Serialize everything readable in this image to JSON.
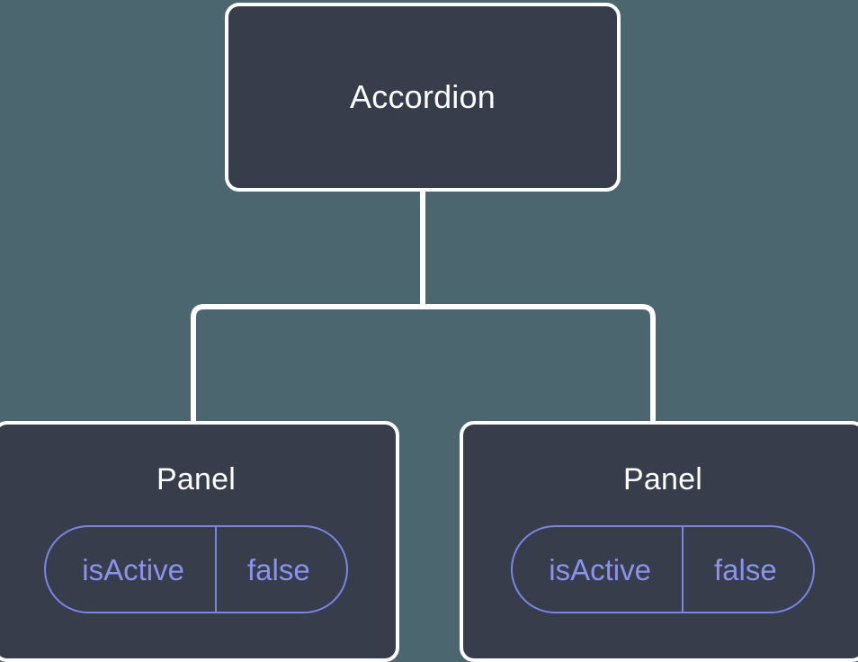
{
  "diagram": {
    "type": "component-tree",
    "background_color": "#4c666f",
    "node_fill_color": "#373d4a",
    "node_border_color": "#ffffff",
    "connector_color": "#ffffff",
    "accent_color": "#7c84e8",
    "root": {
      "label": "Accordion"
    },
    "children": [
      {
        "label": "Panel",
        "props": [
          {
            "key": "isActive",
            "value": "false"
          }
        ]
      },
      {
        "label": "Panel",
        "props": [
          {
            "key": "isActive",
            "value": "false"
          }
        ]
      }
    ]
  }
}
